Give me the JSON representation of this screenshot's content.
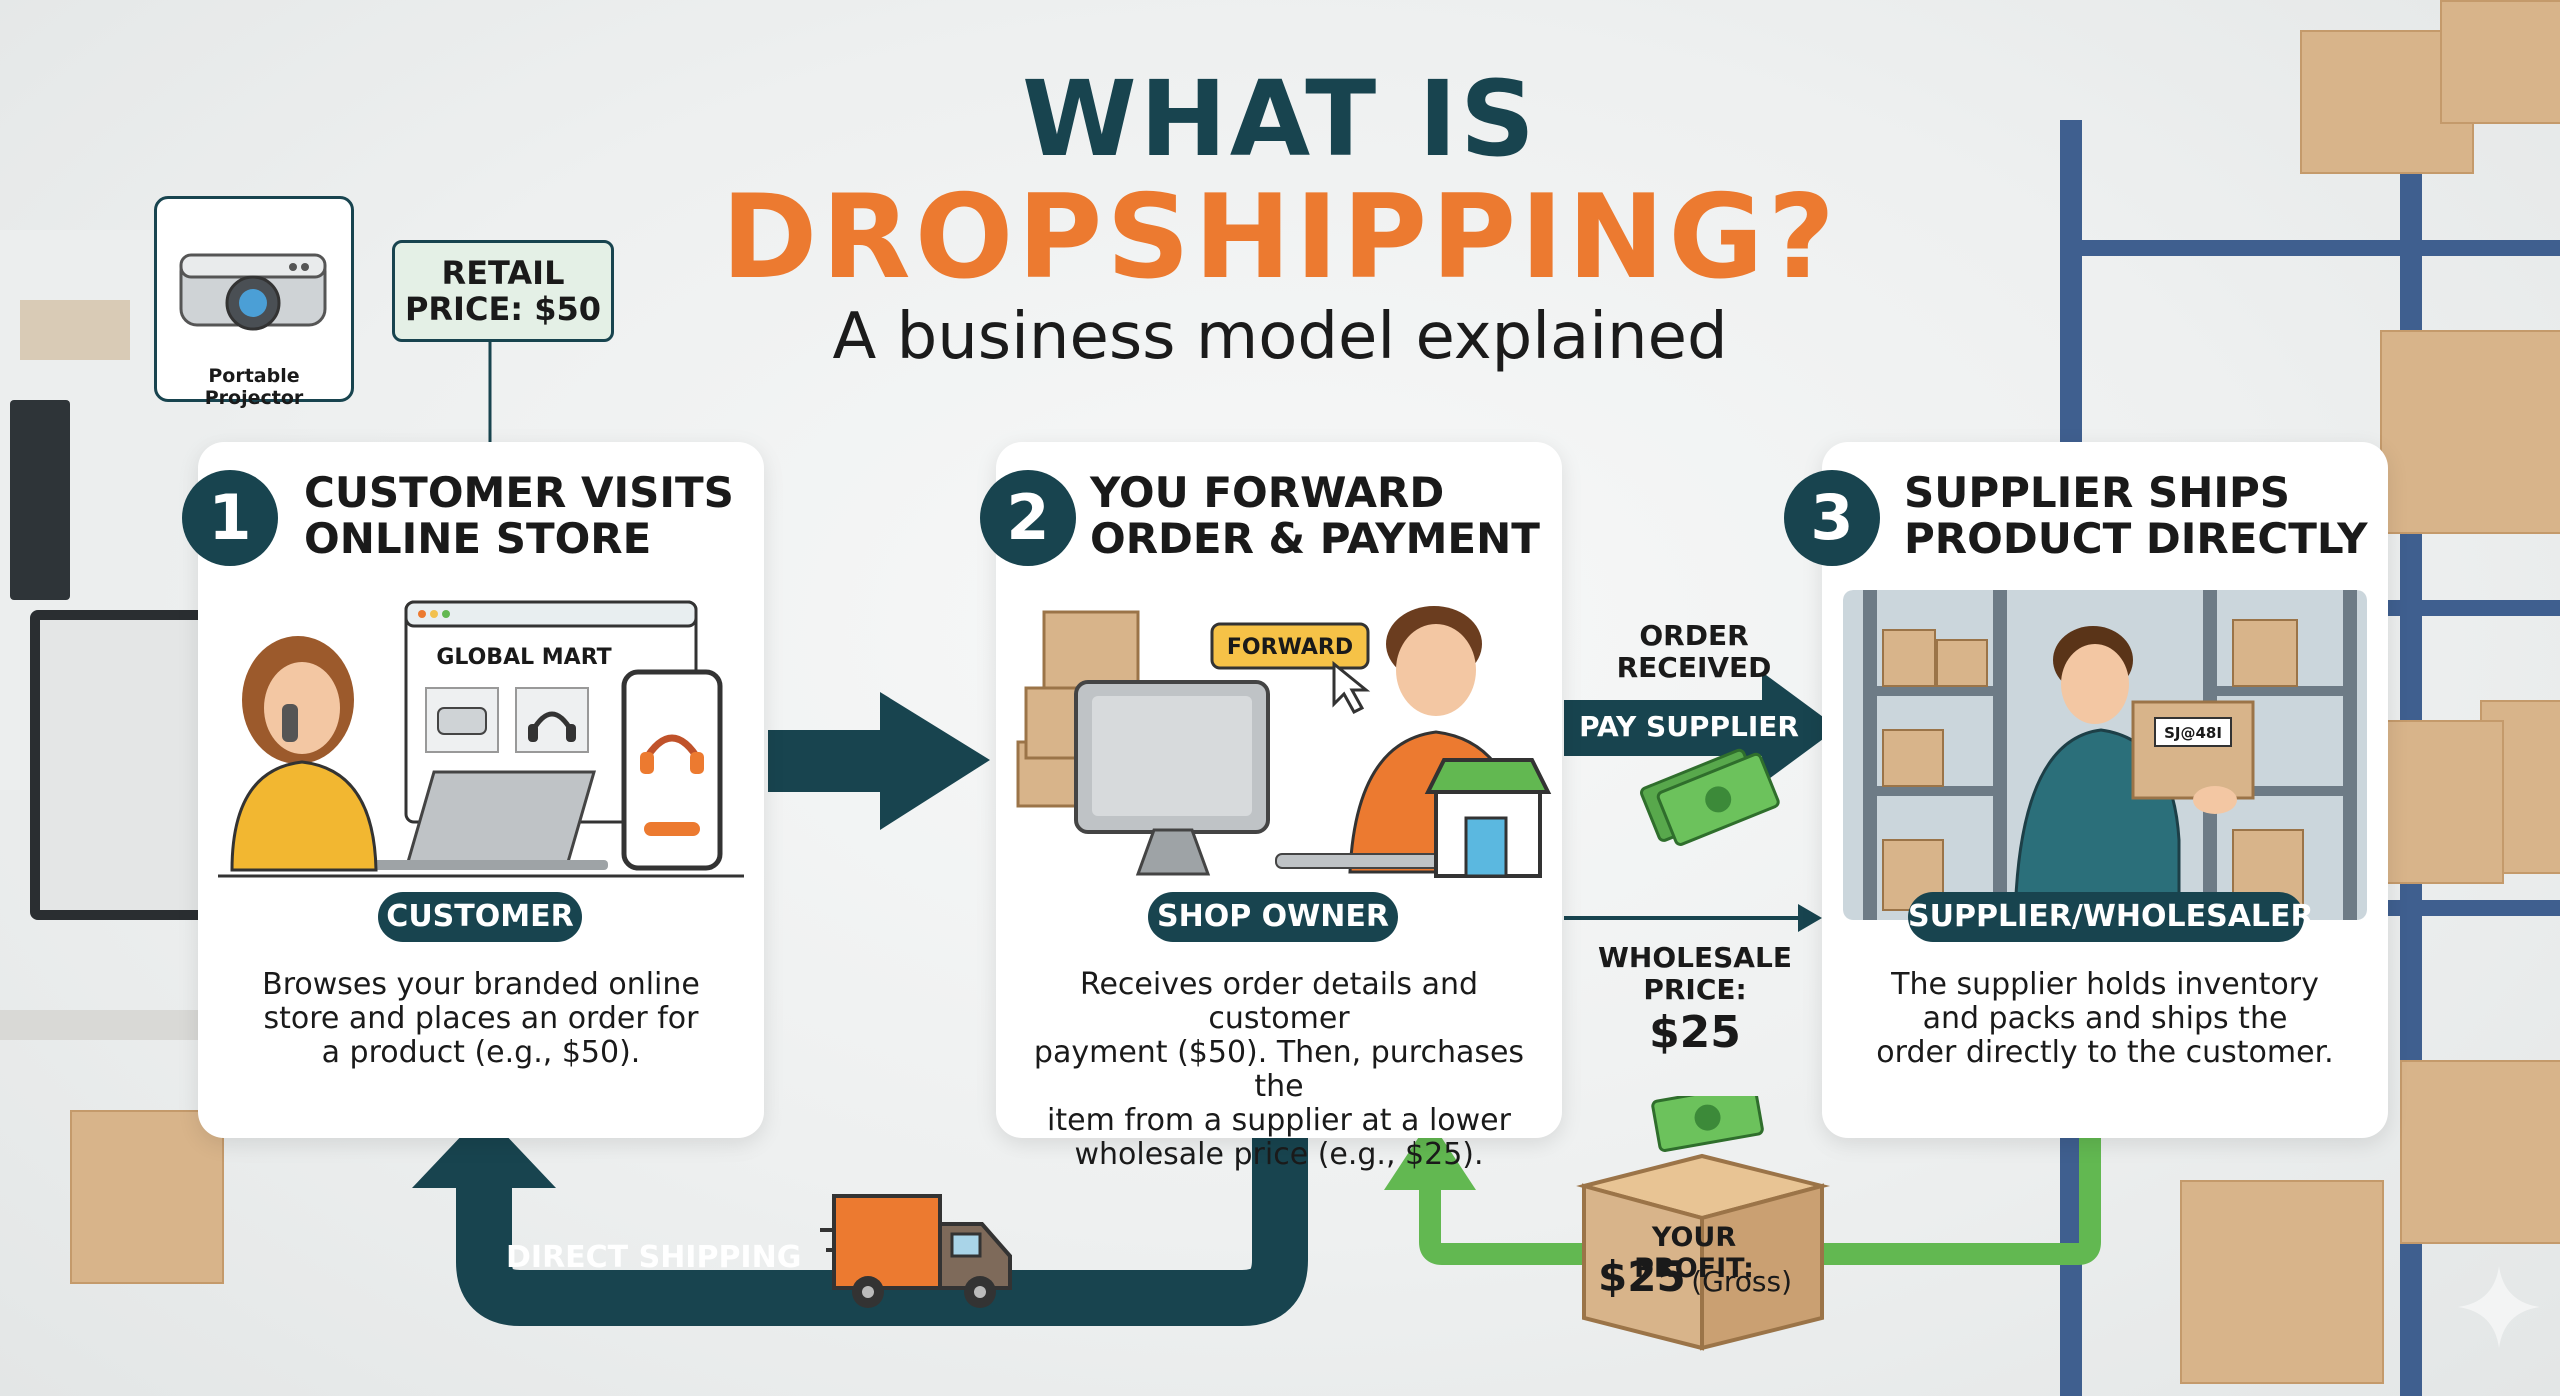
{
  "title": {
    "line1": "WHAT IS",
    "line2": "DROPSHIPPING?",
    "subtitle": "A business model explained"
  },
  "product": {
    "name": "Portable Projector",
    "price_line1": "RETAIL",
    "price_line2": "PRICE: $50"
  },
  "steps": [
    {
      "number": "1",
      "title_line1": "CUSTOMER VISITS",
      "title_line2": "ONLINE STORE",
      "store_name": "GLOBAL MART",
      "role": "CUSTOMER",
      "desc_line1": "Browses your branded online",
      "desc_line2": "store and places an order for",
      "desc_line3": "a product (e.g., $50)."
    },
    {
      "number": "2",
      "title_line1": "YOU FORWARD",
      "title_line2": "ORDER & PAYMENT",
      "badge": "FORWARD",
      "role": "SHOP OWNER",
      "desc_line1": "Receives order details and customer",
      "desc_line2": "payment ($50). Then, purchases the",
      "desc_line3": "item from a supplier at a lower",
      "desc_line4": "wholesale price (e.g., $25)."
    },
    {
      "number": "3",
      "title_line1": "SUPPLIER SHIPS",
      "title_line2": "PRODUCT DIRECTLY",
      "box_label": "SJ@48I",
      "role": "SUPPLIER/WHOLESALER",
      "desc_line1": "The supplier holds inventory",
      "desc_line2": "and packs and ships the",
      "desc_line3": "order directly to the customer."
    }
  ],
  "flow": {
    "order_received_line1": "ORDER",
    "order_received_line2": "RECEIVED",
    "pay_supplier": "PAY SUPPLIER",
    "wholesale_line1": "WHOLESALE",
    "wholesale_line2": "PRICE:",
    "wholesale_value": "$25",
    "direct_shipping": "DIRECT SHIPPING",
    "profit_label": "YOUR PROFIT:",
    "profit_value": "$25",
    "profit_note": "(Gross)"
  },
  "colors": {
    "dark_teal": "#18444f",
    "orange": "#ec7a30",
    "green": "#62b851",
    "cardboard": "#d8b48a"
  }
}
